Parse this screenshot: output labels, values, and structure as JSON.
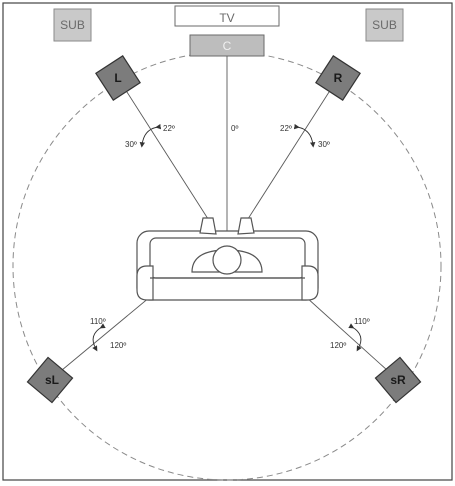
{
  "tv_label": "TV",
  "subwoofers": {
    "left": "SUB",
    "right": "SUB"
  },
  "center": {
    "label": "C",
    "angle": "0º"
  },
  "speakers": {
    "front_left": {
      "label": "L",
      "angle_inner": "22º",
      "angle_outer": "30º"
    },
    "front_right": {
      "label": "R",
      "angle_inner": "22º",
      "angle_outer": "30º"
    },
    "surround_left": {
      "label": "sL",
      "angle_inner": "110º",
      "angle_outer": "120º"
    },
    "surround_right": {
      "label": "sR",
      "angle_inner": "110º",
      "angle_outer": "120º"
    }
  },
  "colors": {
    "speaker_fill": "#7c7c7c",
    "sub_fill": "#c9c9c9",
    "line": "#5a5a5a",
    "circle": "#8a8a8a"
  },
  "icons": {
    "couch": "couch-icon",
    "listener": "listener-icon",
    "arc_arrow": "curved-arrow-icon"
  }
}
